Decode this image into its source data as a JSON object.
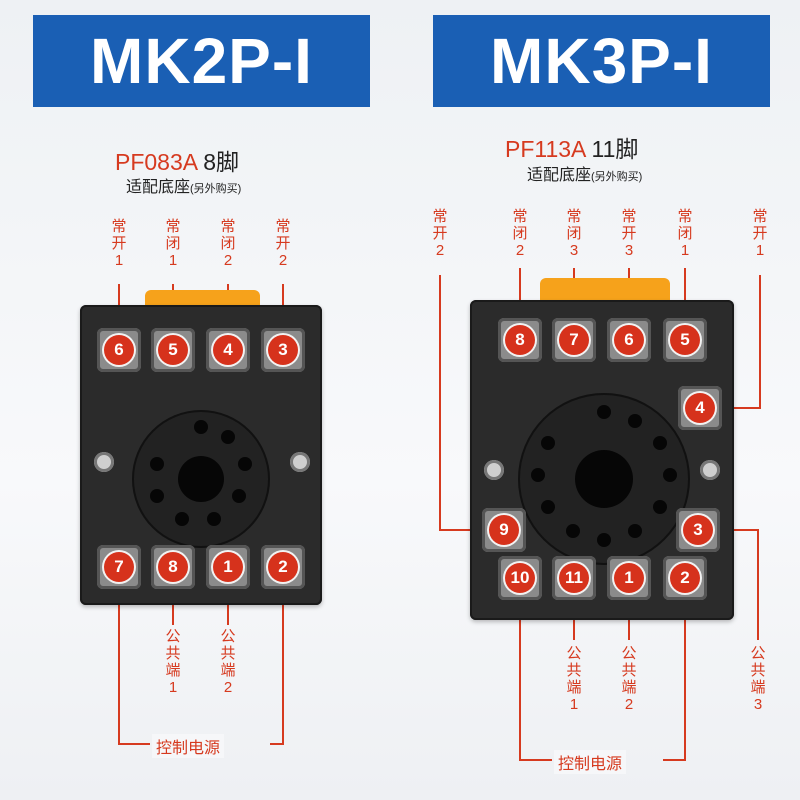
{
  "left": {
    "banner": "MK2P-I",
    "model": "PF083A",
    "pins": "8脚",
    "sub_main": "适配底座",
    "sub_note": "(另外购买)",
    "top_labels": [
      "常\n开\n1",
      "常\n闭\n1",
      "常\n闭\n2",
      "常\n开\n2"
    ],
    "top_terminals": [
      "6",
      "5",
      "4",
      "3"
    ],
    "bottom_terminals": [
      "7",
      "8",
      "1",
      "2"
    ],
    "bottom_labels": [
      "公\n共\n端\n1",
      "公\n共\n端\n2"
    ],
    "control_label": "控制电源"
  },
  "right": {
    "banner": "MK3P-I",
    "model": "PF113A",
    "pins": "11脚",
    "sub_main": "适配底座",
    "sub_note": "(另外购买)",
    "top_labels": [
      "常\n闭\n2",
      "常\n闭\n3",
      "常\n开\n3",
      "常\n闭\n1"
    ],
    "outer_left_label": "常\n开\n2",
    "outer_right_label": "常\n开\n1",
    "top_terminals": [
      "8",
      "7",
      "6",
      "5"
    ],
    "side_right_terminal": "4",
    "mid_left_terminal": "9",
    "mid_right_terminal": "3",
    "bottom_terminals": [
      "10",
      "11",
      "1",
      "2"
    ],
    "bottom_labels": [
      "公\n共\n端\n1",
      "公\n共\n端\n2",
      "公\n共\n端\n3"
    ],
    "control_label": "控制电源"
  },
  "colors": {
    "banner": "#1a5fb4",
    "accent_red": "#d63a1f",
    "base": "#2b2b2b",
    "tab": "#f6a21b"
  }
}
